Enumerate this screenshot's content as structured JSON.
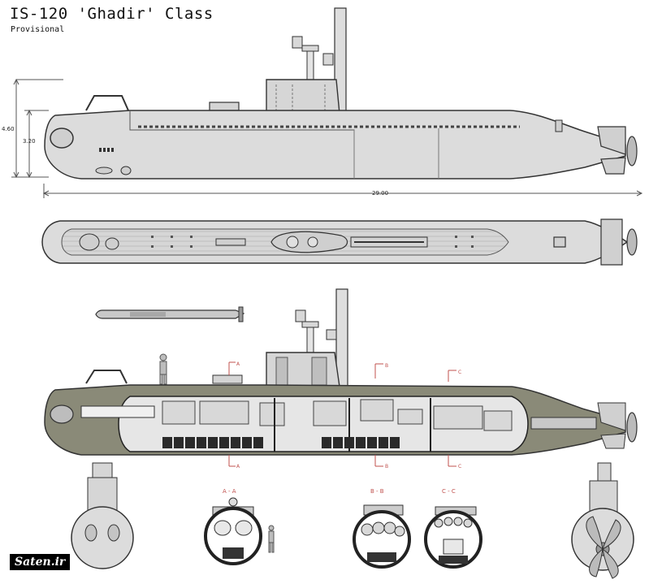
{
  "title": "IS-120 'Ghadir' Class",
  "subtitle": "Provisional",
  "dimensions": {
    "height_overall": "4.60",
    "hull_height": "3.20",
    "length": "29.00"
  },
  "section_markers": {
    "a": "A",
    "b": "B",
    "c": "C"
  },
  "section_labels": {
    "aa": "A - A",
    "bb": "B - B",
    "cc": "C - C"
  },
  "watermark": "Saten.ir",
  "colors": {
    "hull": "#dcdcdc",
    "hull_outline": "#333333",
    "casing_olive": "#8a8a78",
    "section_marker": "#c0504d",
    "battery": "#2a2a2a"
  }
}
